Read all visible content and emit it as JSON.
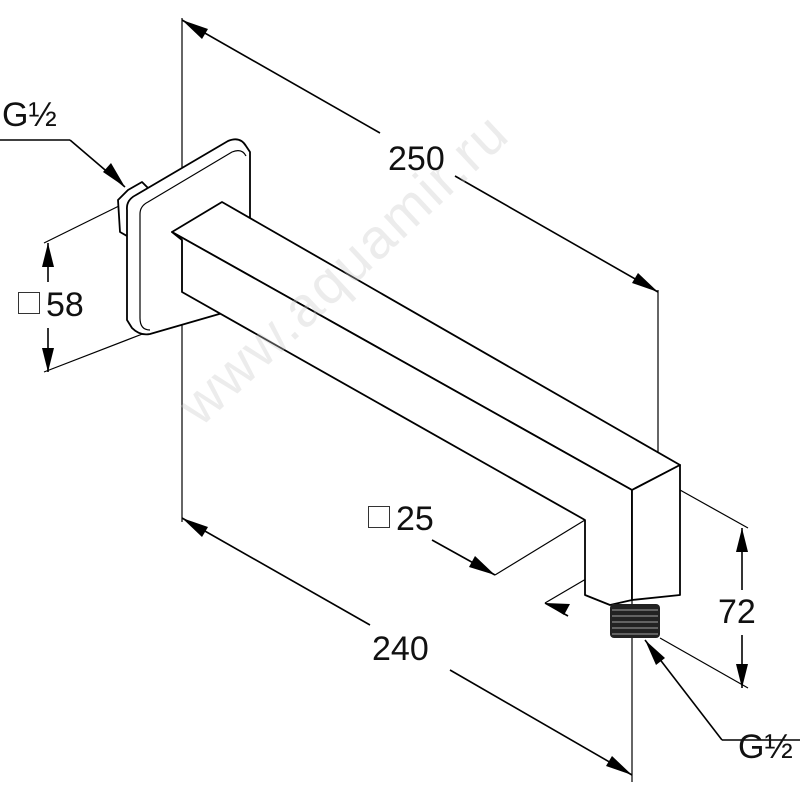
{
  "drawing": {
    "dimensions": {
      "arm_projection_total": "250",
      "arm_projection_axis": "240",
      "outlet_drop": "72",
      "wall_plate_square": "58",
      "arm_square": "25"
    },
    "threads": {
      "inlet": "G½",
      "outlet": "G½"
    },
    "watermark": "www.aquamir.ru"
  }
}
